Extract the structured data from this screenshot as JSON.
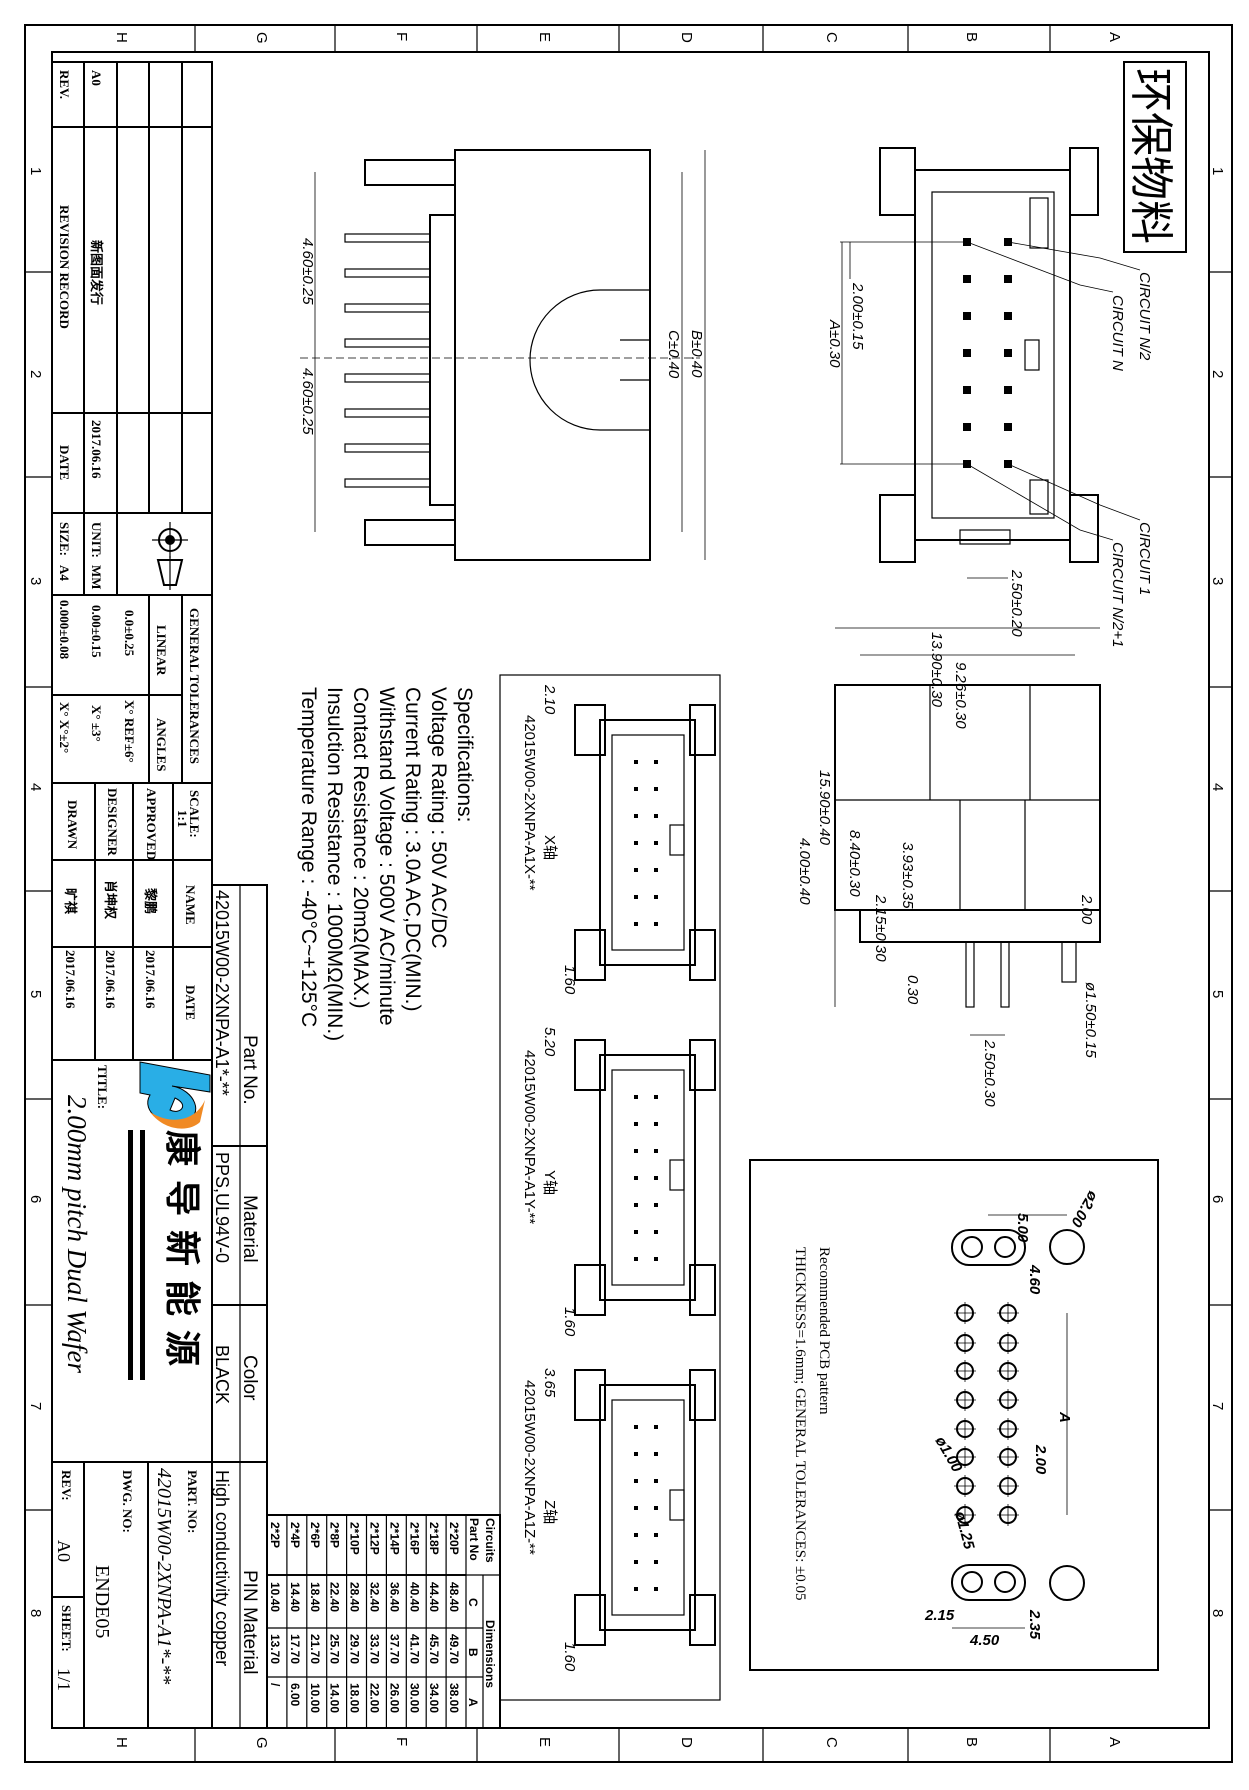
{
  "frame": {
    "columns": [
      "H",
      "G",
      "F",
      "E",
      "D",
      "C",
      "B",
      "A"
    ],
    "rows": [
      "1",
      "2",
      "3",
      "4",
      "5",
      "6",
      "7",
      "8"
    ]
  },
  "stamp": "环保物料",
  "top_view": {
    "circuit_n2": "CIRCUIT N/2",
    "circuit_n": "CIRCUIT N",
    "circuit_1": "CIRCUIT 1",
    "circuit_n21": "CIRCUIT N/2+1",
    "pitch": "2.00±0.15",
    "a_dim": "A±0.30",
    "offset": "2.50±0.20"
  },
  "side_view": {
    "width_overall": "13.90±0.30",
    "width_body": "9.26±0.30",
    "height_overall": "15.90±0.40",
    "height_upper": "8.40±0.30",
    "height_pin": "4.00±0.40",
    "d393": "3.93±0.35",
    "d215": "2.15±0.30",
    "d200": "2.00",
    "d030": "0.30",
    "post_dia": "ø1.50±0.15",
    "d250": "2.50±0.30"
  },
  "front_view": {
    "pin_left": "4.60±0.25",
    "pin_right": "4.60±0.25",
    "b_dim": "B±0.40",
    "c_dim": "C±0.40"
  },
  "axis_views": [
    {
      "part": "42015W00-2XNPA-A1X-**",
      "axis": "X轴",
      "dim_top": "2.10",
      "dim_bottom": "1.60"
    },
    {
      "part": "42015W00-2XNPA-A1Y-**",
      "axis": "Y轴",
      "dim_top": "5.20",
      "dim_bottom": "1.60"
    },
    {
      "part": "42015W00-2XNPA-A1Z-**",
      "axis": "Z轴",
      "dim_top": "3.65",
      "dim_bottom": "1.60"
    }
  ],
  "specs": {
    "title": "Specifications:",
    "lines": [
      "Voltage Rating : 50V AC/DC",
      "Current Rating : 3.0A AC,DC(MIN.)",
      "Withstand Voltage : 500V AC/minute",
      "Contact Resistance : 20mΩ(MAX.)",
      "Insulction Resistance : 1000MΩ(MIN.)",
      "Temperature Range : -40°C~+125°C"
    ]
  },
  "dimension_table": {
    "circuits": "Circuits",
    "part_no": "Part No",
    "dimensions": "Dimensions",
    "c": "C",
    "b": "B",
    "a": "A",
    "rows": [
      {
        "part": "2*20P",
        "c": "48.40",
        "b": "49.70",
        "a": "38.00"
      },
      {
        "part": "2*18P",
        "c": "44.40",
        "b": "45.70",
        "a": "34.00"
      },
      {
        "part": "2*16P",
        "c": "40.40",
        "b": "41.70",
        "a": "30.00"
      },
      {
        "part": "2*14P",
        "c": "36.40",
        "b": "37.70",
        "a": "26.00"
      },
      {
        "part": "2*12P",
        "c": "32.40",
        "b": "33.70",
        "a": "22.00"
      },
      {
        "part": "2*10P",
        "c": "28.40",
        "b": "29.70",
        "a": "18.00"
      },
      {
        "part": "2*8P",
        "c": "22.40",
        "b": "25.70",
        "a": "14.00"
      },
      {
        "part": "2*6P",
        "c": "18.40",
        "b": "21.70",
        "a": "10.00"
      },
      {
        "part": "2*4P",
        "c": "14.40",
        "b": "17.70",
        "a": "6.00"
      },
      {
        "part": "2*2P",
        "c": "10.40",
        "b": "13.70",
        "a": "/"
      }
    ]
  },
  "pcb": {
    "title": "Recommended PCB pattern",
    "note": "THICKNESS=1.6mm; GENERAL TOLERANCES: ±0.05",
    "d500": "5.00",
    "d200dia": "ø2.00",
    "d460": "4.60",
    "a": "A",
    "d200": "2.00",
    "d100dia": "ø1.00",
    "d125dia": "ø1.25",
    "d215": "2.15",
    "d450": "4.50",
    "d235": "2.35"
  },
  "part_table": {
    "part_no_label": "Part No.",
    "part_no": "42015W00-2XNPA-A1*-**",
    "material_label": "Material",
    "material": "PPS,UL94V-0",
    "color_label": "Color",
    "color": "BLACK",
    "pin_label": "PIN Material",
    "pin": "High conductivity copper"
  },
  "title_block": {
    "rev_label": "REV.",
    "rev_value": "A0",
    "record_label": "REVISION RECORD",
    "record_value": "新图面发行",
    "date_label": "DATE",
    "date_value": "2017.06.16",
    "size_label": "SIZE:",
    "size_value": "A4",
    "unit_label": "UNIT:",
    "unit_value": "MM",
    "gt_label": "GENERAL TOLERANCES",
    "linear": "LINEAR",
    "angles": "ANGLES",
    "lin1": "0.0±0.25",
    "lin2": "0.00±0.15",
    "lin3": "0.000±0.08",
    "ang1": "X° REF±6°",
    "ang2": "X° ±3°",
    "ang3": "X° X°±2°",
    "scale_label": "SCALE:",
    "scale_value": "1:1",
    "approved": "APPROVED",
    "designer": "DESIGNER",
    "drawn": "DRAWN",
    "name_label": "NAME",
    "approved_name": "黎鹏",
    "designer_name": "肖坤权",
    "drawn_name": "旷祺",
    "approved_date": "2017.06.16",
    "designer_date": "2017.06.16",
    "drawn_date": "2017.06.16",
    "title_label": "TITLE:",
    "title": "2.00mm pitch Dual Wafer",
    "company": "康导新能源",
    "part_label": "PART. NO:",
    "part_value": "42015W00-2XNPA-A1*-**",
    "dwg_label": "DWG. NO:",
    "dwg_value": "ENDE05",
    "rev2_label": "REV:",
    "rev2_value": "A0",
    "sheet_label": "SHEET:",
    "sheet_value": "1/1"
  },
  "colors": {
    "logo_blue": "#29aee6",
    "logo_orange": "#f08a24",
    "ink": "#000000"
  }
}
